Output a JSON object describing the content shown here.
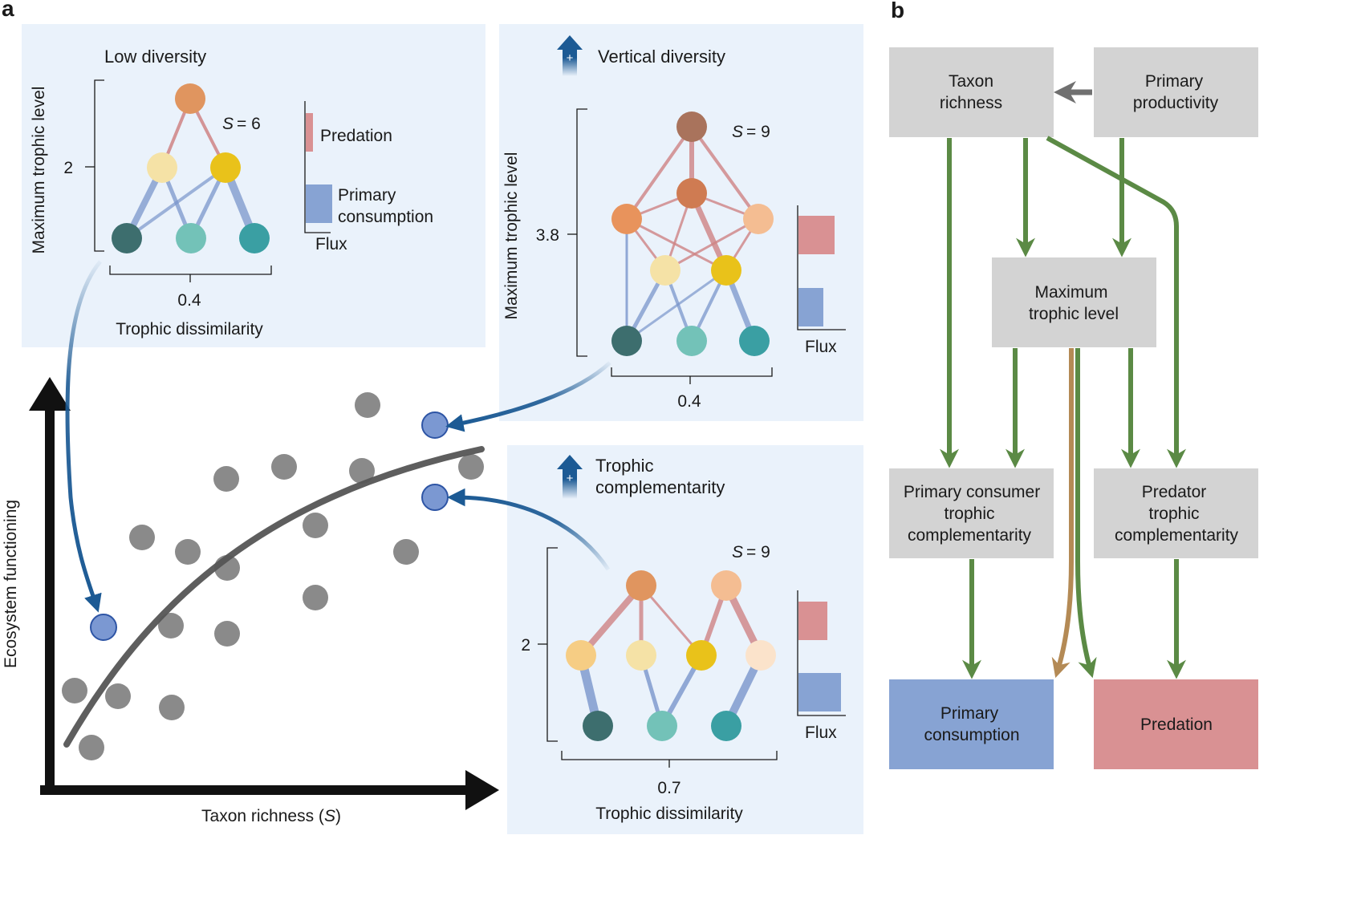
{
  "figure": {
    "panel_a_label": "a",
    "panel_b_label": "b"
  },
  "panel_a": {
    "low_diversity": {
      "title": "Low diversity",
      "y_axis_label": "Maximum trophic level",
      "y_tick": "2",
      "x_tick": "0.4",
      "x_axis_label": "Trophic dissimilarity",
      "s_symbol": "S",
      "s_value": "= 6",
      "legend_predation": "Predation",
      "legend_primary_line1": "Primary",
      "legend_primary_line2": "consumption",
      "flux_label": "Flux"
    },
    "vertical_diversity": {
      "title": "Vertical diversity",
      "plus_icon": "+",
      "y_axis_label": "Maximum trophic level",
      "y_tick": "3.8",
      "x_tick": "0.4",
      "s_symbol": "S",
      "s_value": "= 9",
      "flux_label": "Flux"
    },
    "trophic_complementarity": {
      "title_line1": "Trophic",
      "title_line2": "complementarity",
      "plus_icon": "+",
      "y_tick": "2",
      "x_tick": "0.7",
      "x_axis_label": "Trophic dissimilarity",
      "s_symbol": "S",
      "s_value": "= 9",
      "flux_label": "Flux"
    },
    "main_plot": {
      "y_axis_label": "Ecosystem functioning",
      "x_axis_label_prefix": "Taxon richness (",
      "x_axis_label_symbol": "S",
      "x_axis_label_suffix": ")"
    }
  },
  "panel_b": {
    "nodes": {
      "taxon_richness": [
        "Taxon",
        "richness"
      ],
      "primary_productivity": [
        "Primary",
        "productivity"
      ],
      "maximum_trophic_level": [
        "Maximum",
        "trophic level"
      ],
      "primary_consumer_complementarity": [
        "Primary consumer",
        "trophic",
        "complementarity"
      ],
      "predator_complementarity": [
        "Predator",
        "trophic",
        "complementarity"
      ],
      "primary_consumption": [
        "Primary",
        "consumption"
      ],
      "predation": [
        "Predation"
      ]
    }
  },
  "colors": {
    "panel_bg": "#eaf2fb",
    "box_grey": "#d3d3d3",
    "primary_consumption_box": "#87a3d3",
    "predation_box": "#d99193",
    "arrow_green": "#5b8a45",
    "arrow_brown": "#b48a55",
    "arrow_grey": "#707070",
    "predation_link": "#cf8485",
    "consumption_link": "#7a96cc",
    "deep_blue": "#1c5a94",
    "scatter_grey": "#8a8a8a",
    "curve": "#555555"
  }
}
